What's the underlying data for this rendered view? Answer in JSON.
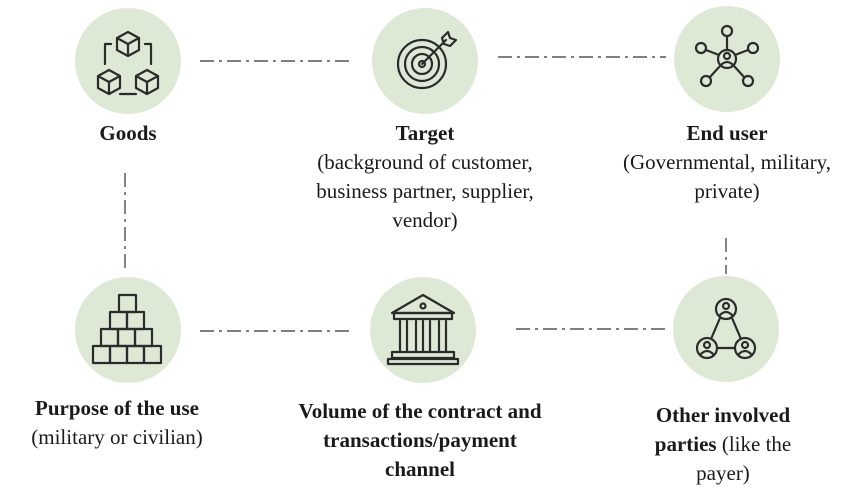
{
  "nodes": {
    "goods": {
      "title": "Goods",
      "desc": ""
    },
    "target": {
      "title": "Target",
      "desc_line1": "(background of customer,",
      "desc_line2": "business partner, supplier,",
      "desc_line3": "vendor)"
    },
    "end_user": {
      "title": "End user",
      "desc_line1": "(Governmental, military,",
      "desc_line2": "private)"
    },
    "purpose": {
      "title": "Purpose of the use",
      "desc_line1": "(military or civilian)"
    },
    "volume": {
      "title_line1": "Volume of the contract and",
      "title_line2": "transactions/payment",
      "title_line3": "channel"
    },
    "other": {
      "title_line1": "Other involved",
      "title_line2_bold": "parties",
      "title_line2_rest": " (like the",
      "title_line3": "payer)"
    }
  },
  "icons": {
    "goods": "cubes-network-icon",
    "target": "target-arrow-icon",
    "end_user": "user-network-icon",
    "purpose": "stacked-boxes-icon",
    "volume": "bank-building-icon",
    "other": "people-network-icon"
  },
  "colors": {
    "circle_fill": "#dde9d5",
    "icon_stroke": "#2b2b2b",
    "connector": "#333333"
  }
}
